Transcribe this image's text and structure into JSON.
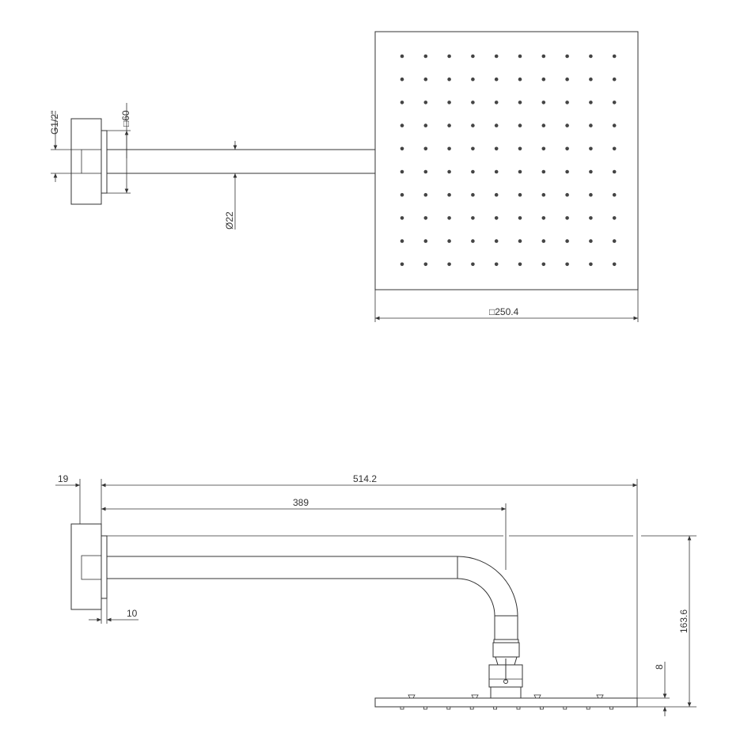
{
  "top_view": {
    "thread_label": "G1/2\"",
    "flange_label": "□60",
    "pipe_diameter_label": "Ø22",
    "head_size_label": "□250.4",
    "nozzle_grid": {
      "rows": 10,
      "cols": 10
    }
  },
  "side_view": {
    "overall_length_label": "514.2",
    "arm_length_label": "389",
    "wall_offset_label": "19",
    "flange_thickness_label": "10",
    "height_label": "163.6",
    "plate_thickness_label": "8"
  },
  "colors": {
    "line": "#333333",
    "background": "#ffffff"
  }
}
